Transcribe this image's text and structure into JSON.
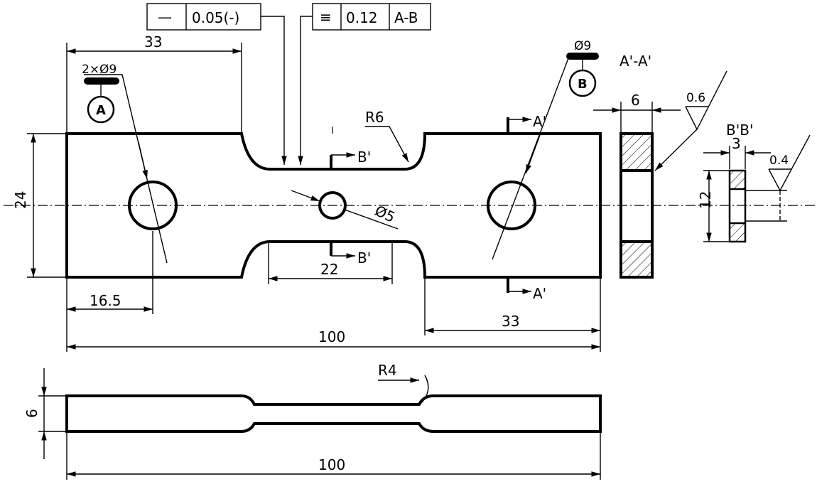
{
  "fcf": {
    "straightness": {
      "symbol": "—",
      "value": "0.05(-)"
    },
    "symmetry": {
      "symbol": "≡",
      "value": "0.12",
      "datum": "A-B"
    }
  },
  "datums": {
    "a": "A",
    "b": "B"
  },
  "holes": {
    "pair": "2×Ø9",
    "single": "Ø9",
    "center": "Ø5"
  },
  "dims": {
    "top_left": "33",
    "height": "24",
    "hole_offset": "16.5",
    "neck": "22",
    "total": "100",
    "right": "33",
    "radius_top": "R6",
    "side_total": "100",
    "side_thickness": "6",
    "radius_side": "R4"
  },
  "sections": {
    "aa_title": "A'-A'",
    "aa_width": "6",
    "aa_roughness": "0.6",
    "bb_title": "B'B'",
    "bb_width": "3",
    "bb_height": "12",
    "bb_roughness": "0.4"
  },
  "cuts": {
    "a": "A'",
    "b": "B'"
  }
}
